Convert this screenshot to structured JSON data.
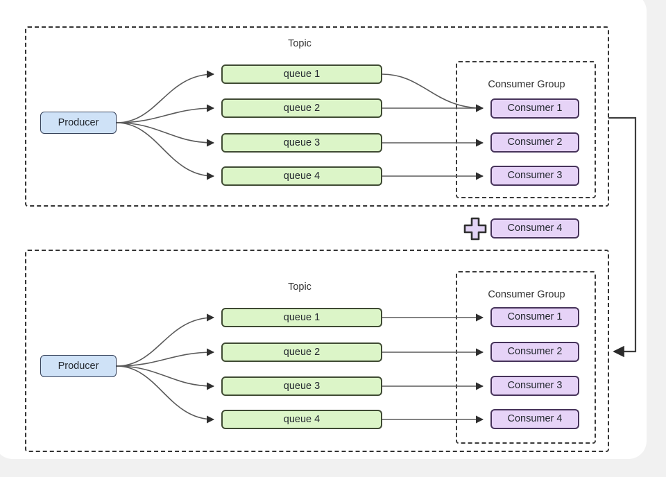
{
  "diagram": {
    "type": "message-queue-consumer-group-scaling",
    "page_background": "#f1f1f1",
    "canvas_background": "#ffffff",
    "colors": {
      "producer_fill": "#cfe2f7",
      "producer_border": "#36425a",
      "queue_fill": "#dcf5c8",
      "queue_border": "#3f4a33",
      "consumer_fill": "#e6d3f7",
      "consumer_border": "#46335a",
      "dashed_border": "#333333",
      "edge": "#5a5a5a",
      "text": "#333333"
    },
    "panels": [
      {
        "id": "before",
        "topic_label": "Topic",
        "producer_label": "Producer",
        "queues": [
          "queue 1",
          "queue 2",
          "queue 3",
          "queue 4"
        ],
        "consumer_group_label": "Consumer Group",
        "consumers": [
          "Consumer 1",
          "Consumer 2",
          "Consumer 3"
        ],
        "queue_to_consumer": [
          {
            "from": "queue 1",
            "to": "Consumer 1"
          },
          {
            "from": "queue 2",
            "to": "Consumer 1"
          },
          {
            "from": "queue 3",
            "to": "Consumer 2"
          },
          {
            "from": "queue 4",
            "to": "Consumer 3"
          }
        ]
      },
      {
        "id": "after",
        "topic_label": "Topic",
        "producer_label": "Producer",
        "queues": [
          "queue 1",
          "queue 2",
          "queue 3",
          "queue 4"
        ],
        "consumer_group_label": "Consumer Group",
        "consumers": [
          "Consumer 1",
          "Consumer 2",
          "Consumer 3",
          "Consumer 4"
        ],
        "queue_to_consumer": [
          {
            "from": "queue 1",
            "to": "Consumer 1"
          },
          {
            "from": "queue 2",
            "to": "Consumer 2"
          },
          {
            "from": "queue 3",
            "to": "Consumer 3"
          },
          {
            "from": "queue 4",
            "to": "Consumer 4"
          }
        ]
      }
    ],
    "addition": {
      "plus_icon": "plus-icon",
      "added_consumer_label": "Consumer 4"
    },
    "transition_arrow": {
      "icon": "flow-arrow-icon",
      "direction": "from top panel right side, down, into bottom panel"
    }
  }
}
